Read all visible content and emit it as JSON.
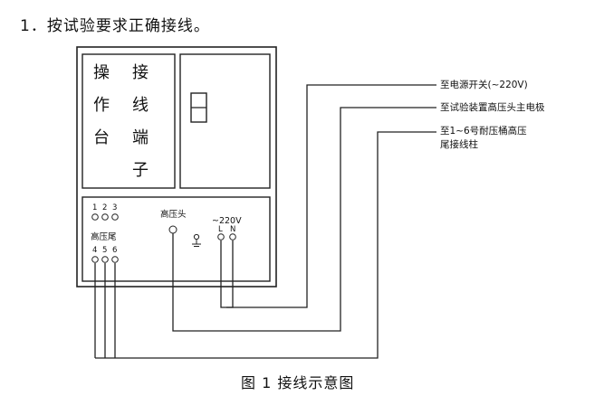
{
  "heading": "1．按试验要求正确接线。",
  "console_label": [
    "操",
    "作",
    "台"
  ],
  "terminal_label": [
    "接",
    "线",
    "端",
    "子"
  ],
  "terminals_top": [
    "1",
    "2",
    "3"
  ],
  "hv_tail": {
    "label": "高压尾",
    "numbers": [
      "4",
      "5",
      "6"
    ]
  },
  "hv_head_label": "高压头",
  "supply": {
    "label": "~220V",
    "l": "L",
    "n": "N"
  },
  "annotations": {
    "power_switch": "至电源开关(~220V)",
    "hv_head_electrode": "至试验装置高压头主电极",
    "hv_tail_post_line1": "至1~6号耐压桶高压",
    "hv_tail_post_line2": "尾接线柱"
  },
  "caption": "图 1  接线示意图"
}
